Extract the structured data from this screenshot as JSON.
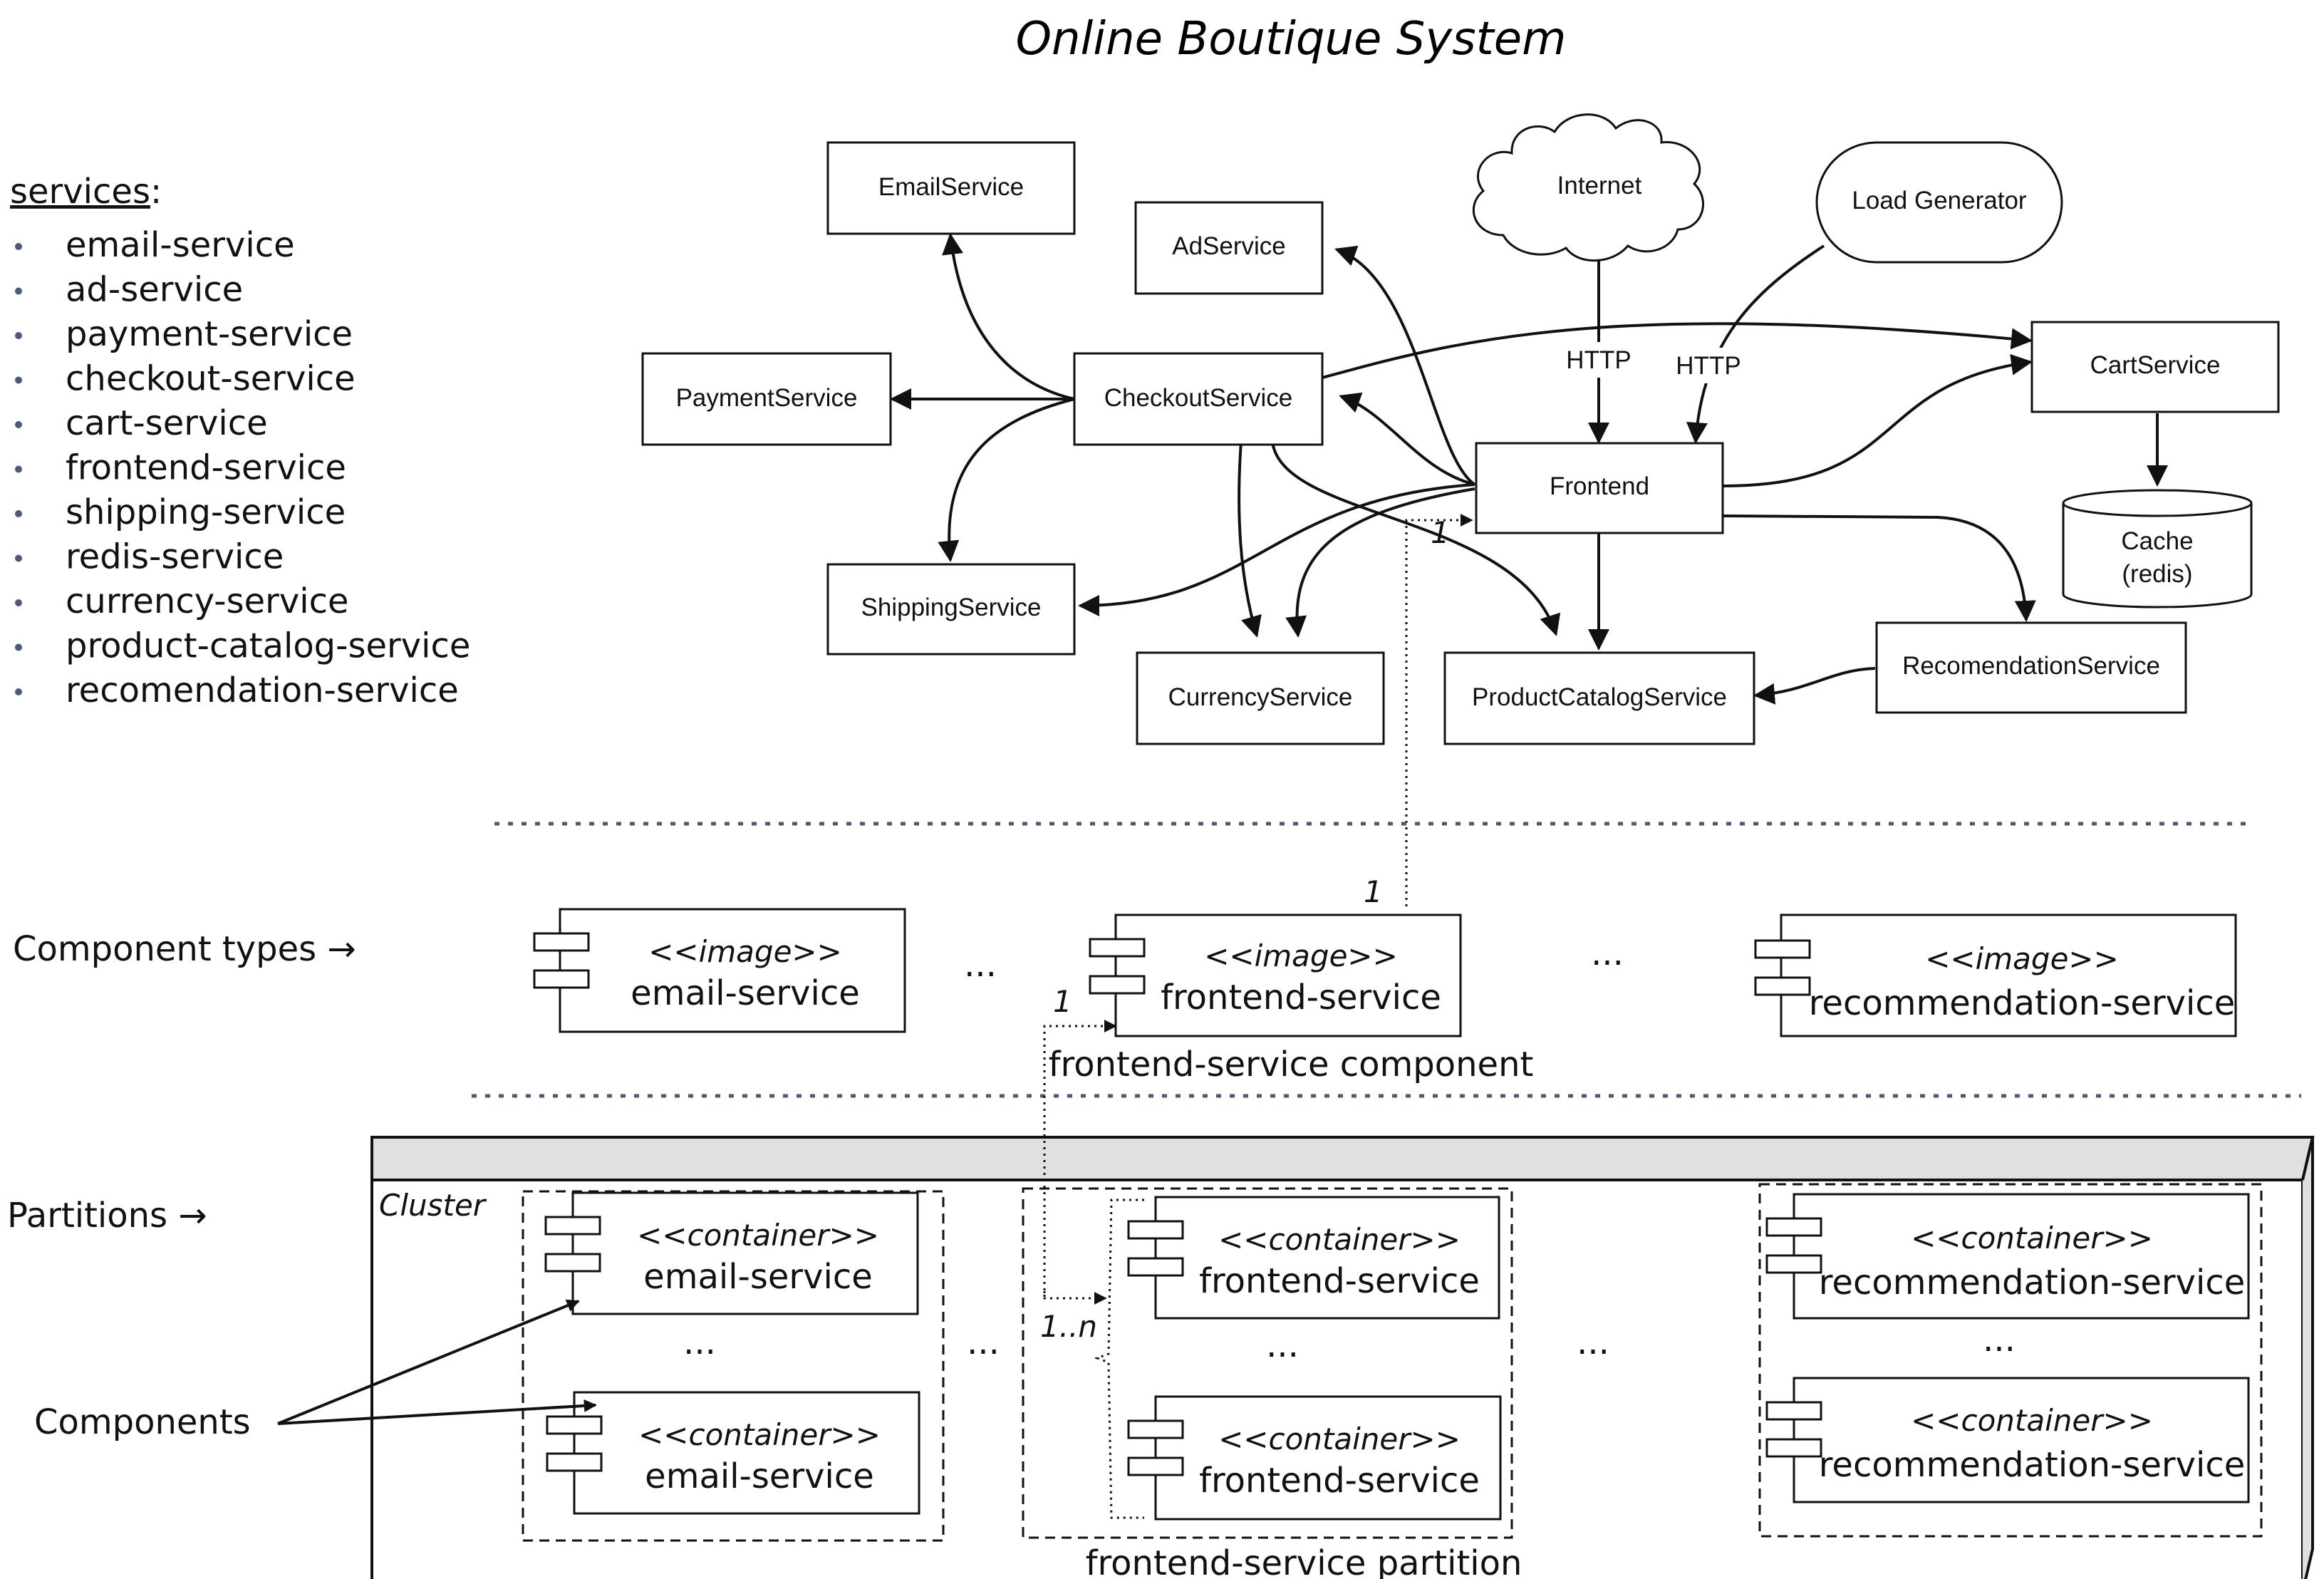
{
  "title": "Online Boutique System",
  "services_heading": "services",
  "services_colon": ":",
  "services_list": [
    "email-service",
    "ad-service",
    "payment-service",
    "checkout-service",
    "cart-service",
    "frontend-service",
    "shipping-service",
    "redis-service",
    "currency-service",
    "product-catalog-service",
    "recomendation-service"
  ],
  "architecture": {
    "email": "EmailService",
    "ad": "AdService",
    "payment": "PaymentService",
    "checkout": "CheckoutService",
    "shipping": "ShippingService",
    "currency": "CurrencyService",
    "productcatalog": "ProductCatalogService",
    "frontend": "Frontend",
    "internet": "Internet",
    "loadgen": "Load Generator",
    "cart": "CartService",
    "cache_line1": "Cache",
    "cache_line2": "(redis)",
    "recommendation": "RecomendationService",
    "http_1": "HTTP",
    "http_2": "HTTP"
  },
  "rows": {
    "component_types": "Component types →",
    "partitions": "Partitions →",
    "components": "Components"
  },
  "component_types": {
    "image_stereotype": "<<image>>",
    "email": "email-service",
    "frontend": "frontend-service",
    "recommendation": "recommendation-service",
    "ellipsis": "...",
    "frontend_caption": "frontend-service component"
  },
  "cluster": {
    "label": "Cluster",
    "container_stereotype": "<<container>>",
    "email": "email-service",
    "frontend": "frontend-service",
    "recommendation": "recommendation-service",
    "ellipsis": "...",
    "frontend_caption": "frontend-service partition"
  },
  "multiplicity": {
    "m1": "1",
    "m2": "1",
    "m3": "1",
    "m4": "1..n"
  }
}
